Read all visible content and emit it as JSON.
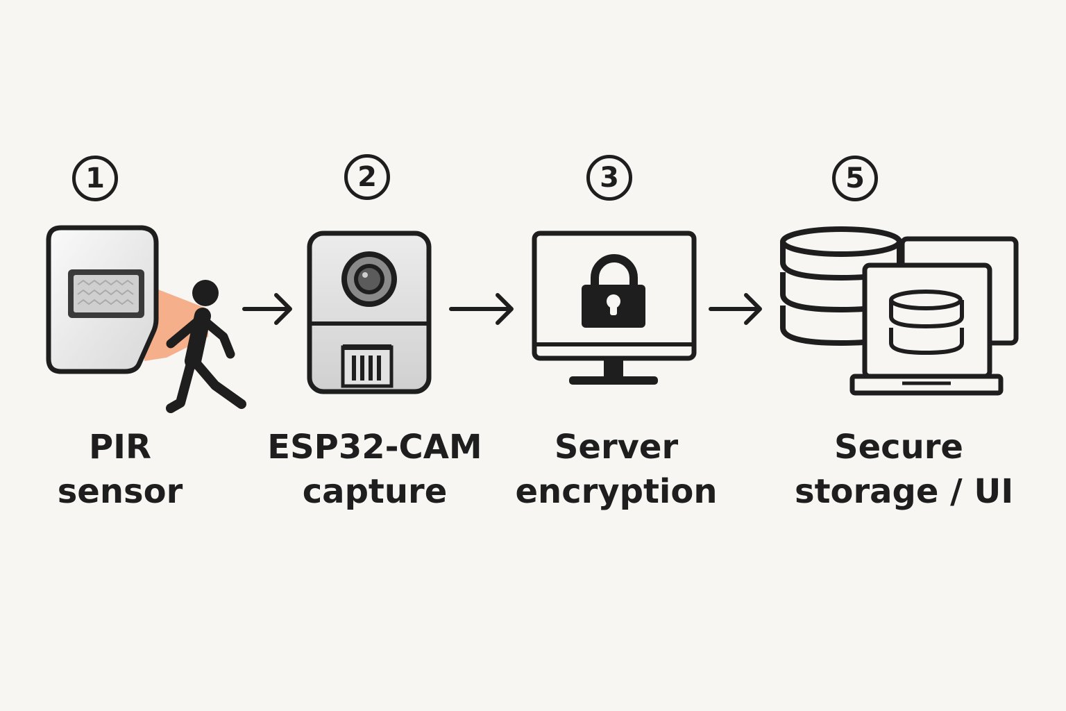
{
  "steps": [
    {
      "number": "1",
      "icon": "pir-sensor-icon",
      "line1": "PIR",
      "line2": "sensor"
    },
    {
      "number": "2",
      "icon": "esp32-cam-icon",
      "line1": "ESP32-CAM",
      "line2": "capture"
    },
    {
      "number": "3",
      "icon": "monitor-lock-icon",
      "line1": "Server",
      "line2": "encryption"
    },
    {
      "number": "5",
      "icon": "database-laptop-icon",
      "line1": "Secure",
      "line2": "storage / UI"
    }
  ],
  "colors": {
    "stroke": "#1e1e1e",
    "background": "#f7f6f3",
    "motion_beam": "#f4a880",
    "device_fill": "#e6e6e6"
  }
}
